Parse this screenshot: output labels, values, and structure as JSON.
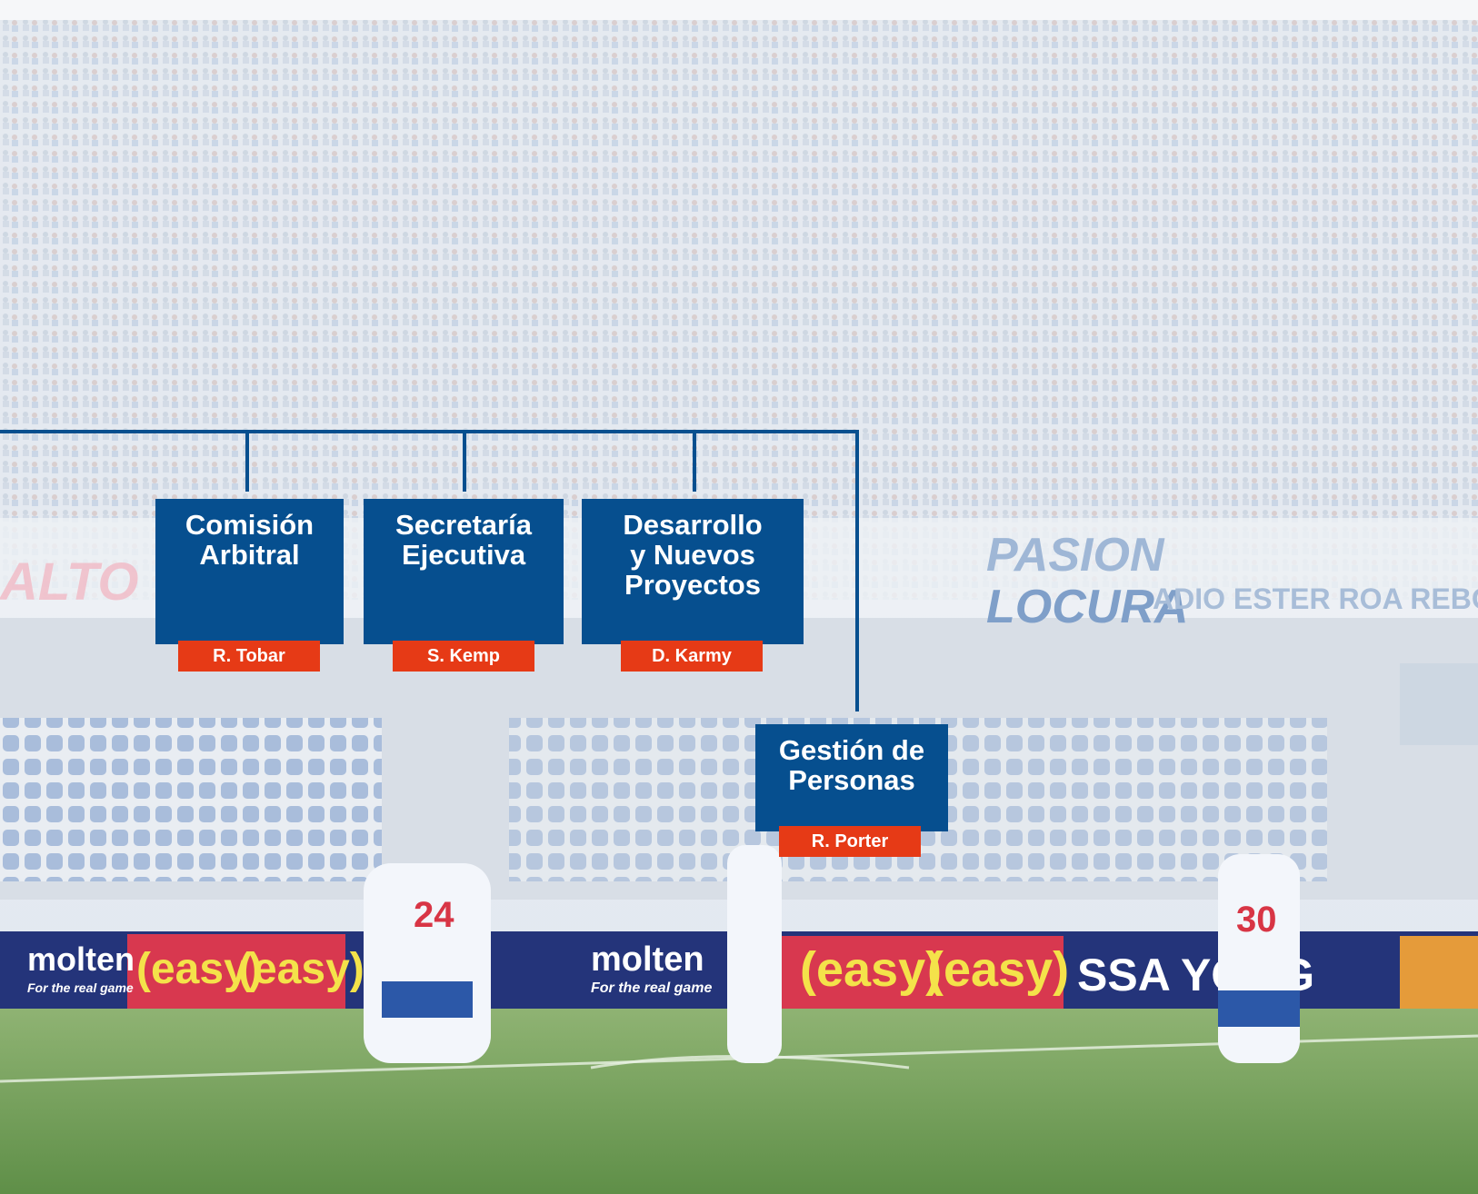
{
  "colors": {
    "node": "#064f8f",
    "tag": "#e63a16",
    "connector": "#064f8f"
  },
  "background": {
    "description_icon": "stadium-crowd-photo-faded",
    "banners": {
      "alto": "ALTO",
      "pasion": "PASION",
      "locura": "LOCURA",
      "estadio": "ADIO ESTER ROA REBOLL",
      "sponsor_molten": "molten",
      "sponsor_molten_sub": "For the real game",
      "sponsor_easy": "(easy)",
      "sponsor_ssangyong": "SSA  YONG",
      "jersey_24": "24",
      "jersey_30": "30"
    }
  },
  "org": {
    "nodes": [
      {
        "id": "comision",
        "title_lines": [
          "Comisión",
          "Arbitral"
        ],
        "person": "R. Tobar"
      },
      {
        "id": "secretaria",
        "title_lines": [
          "Secretaría",
          "Ejecutiva"
        ],
        "person": "S. Kemp"
      },
      {
        "id": "desarrollo",
        "title_lines": [
          "Desarrollo",
          "y Nuevos",
          "Proyectos"
        ],
        "person": "D. Karmy"
      },
      {
        "id": "gestion",
        "title_lines": [
          "Gestión de",
          "Personas"
        ],
        "person": "R. Porter"
      }
    ]
  }
}
